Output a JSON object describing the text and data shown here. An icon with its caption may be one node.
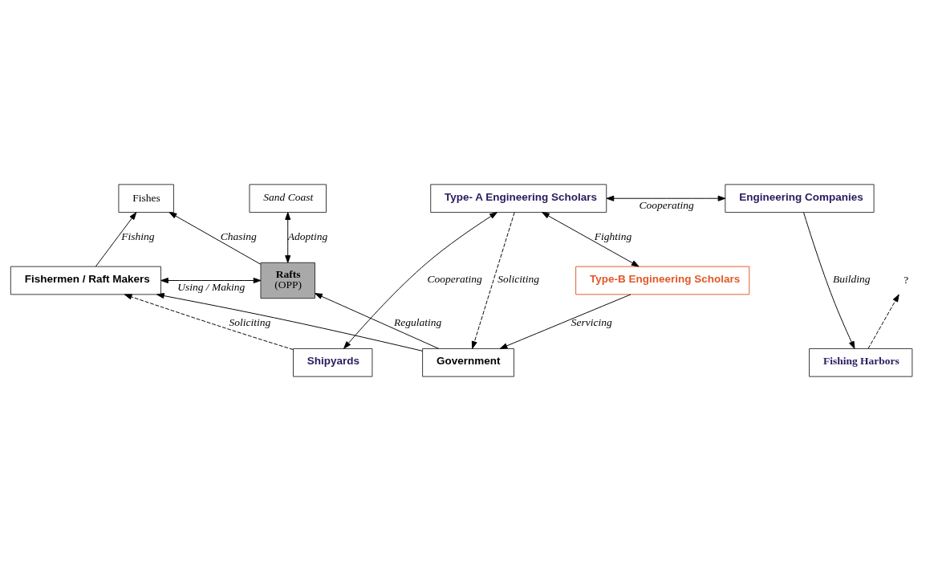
{
  "diagram": {
    "nodes": [
      {
        "text": [
          "Fishes"
        ]
      },
      {
        "text": [
          "Sand Coast"
        ]
      },
      {
        "text": [
          "Fishermen / Raft Makers"
        ]
      },
      {
        "text": [
          "Rafts",
          "(OPP)"
        ]
      },
      {
        "text": [
          "?"
        ]
      },
      {
        "text": [
          "Type-B Engineering Scholars"
        ]
      },
      {
        "text": [
          "Government"
        ]
      },
      {
        "text": [
          "Fishing Harbors"
        ]
      },
      {
        "text": [
          "Shipyards"
        ]
      },
      {
        "text": [
          "Type- A Engineering Scholars"
        ]
      },
      {
        "text": [
          "Engineering Companies"
        ]
      }
    ],
    "edges": [
      {
        "from": 2,
        "to": 0,
        "arrow": "to",
        "label": "Fishing"
      },
      {
        "from": 3,
        "to": 0,
        "arrow": "to",
        "label": "Chasing"
      },
      {
        "from": 2,
        "to": 3,
        "arrow": "both",
        "label": "Using / Making"
      },
      {
        "from": 3,
        "to": 1,
        "arrow": "both",
        "label": "Adopting"
      },
      {
        "from": 6,
        "to": 2,
        "arrow": "to"
      },
      {
        "from": 6,
        "to": 3,
        "arrow": "to",
        "label": "Regulating"
      },
      {
        "from": 8,
        "to": 2,
        "arrow": "to",
        "label": "Soliciting",
        "style": "dashed"
      },
      {
        "from": 5,
        "to": 6,
        "arrow": "to",
        "label": "Servicing"
      },
      {
        "from": 5,
        "to": 9,
        "arrow": "both",
        "label": "Fighting"
      },
      {
        "from": 9,
        "to": 6,
        "arrow": "to",
        "label": "Soliciting",
        "style": "dashed"
      },
      {
        "from": 7,
        "to": 4,
        "arrow": "to",
        "style": "dashed"
      },
      {
        "from": 8,
        "to": 9,
        "arrow": "both",
        "label": "Cooperating"
      },
      {
        "from": 9,
        "to": 10,
        "arrow": "both",
        "label": "Cooperating"
      },
      {
        "from": 10,
        "to": 7,
        "arrow": "to",
        "label": "Building"
      }
    ]
  }
}
